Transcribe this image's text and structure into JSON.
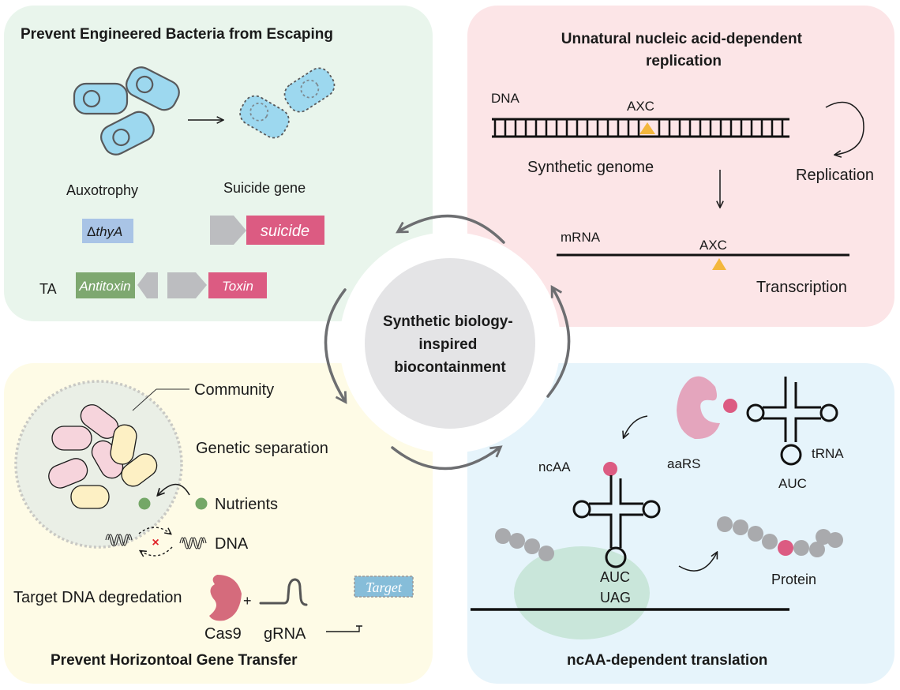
{
  "center": {
    "lines": [
      "Synthetic biology-",
      "inspired",
      "biocontainment"
    ]
  },
  "colors": {
    "panel_green": "#e9f5ec",
    "panel_pink": "#fce5e7",
    "panel_yellow": "#fefbe6",
    "panel_blue": "#e6f4fb",
    "center_circle": "#e4e4e6",
    "cycle_arrow": "#6d6e71",
    "cell_blue": "#9dd8ef",
    "thyA_box": "#a9c4e6",
    "suicide_box": "#dc5b82",
    "antitoxin_box": "#7ea870",
    "promoter_gray": "#bcbdc0",
    "axc_marker": "#f3b73d",
    "cas9": "#d56b7c",
    "aaRS": "#e4a5bd",
    "ncaa_dot": "#dc5b82",
    "ribosome": "#c9e6da",
    "nutrient": "#74a767",
    "bug_pink": "#f6d4dc",
    "bug_yellow": "#fdf0c4",
    "target_box": "#86bdd9",
    "amino_gray": "#a9aaad"
  },
  "panels": {
    "escape": {
      "title": "Prevent Engineered Bacteria from Escaping",
      "auxotrophy_label": "Auxotrophy",
      "suicide_label": "Suicide gene",
      "thyA_prefix": "Δ",
      "thyA_gene": "thyA",
      "suicide_gene": "suicide",
      "ta_label": "TA",
      "antitoxin_gene": "Antitoxin",
      "toxin_gene": "Toxin"
    },
    "replication": {
      "title_line1": "Unnatural nucleic acid-dependent",
      "title_line2": "replication",
      "dna_label": "DNA",
      "axc_label_dna": "AXC",
      "synthetic_genome_label": "Synthetic genome",
      "replication_label": "Replication",
      "mrna_label": "mRNA",
      "axc_label_mrna": "AXC",
      "transcription_label": "Transcription"
    },
    "hgt": {
      "title": "Prevent Horizontoal Gene Transfer",
      "community_label": "Community",
      "genetic_separation_label": "Genetic separation",
      "nutrients_label": "Nutrients",
      "dna_label": "DNA",
      "blocked_mark": "×",
      "target_degradation_label": "Target DNA degredation",
      "plus": "+",
      "cas9_label": "Cas9",
      "grna_label": "gRNA",
      "target_label": "Target"
    },
    "translation": {
      "title": "ncAA-dependent translation",
      "ncaa_label": "ncAA",
      "aars_label": "aaRS",
      "trna_label": "tRNA",
      "anticodon_top": "AUC",
      "anticodon_ribosome": "AUC",
      "codon_ribosome": "UAG",
      "protein_label": "Protein"
    }
  }
}
